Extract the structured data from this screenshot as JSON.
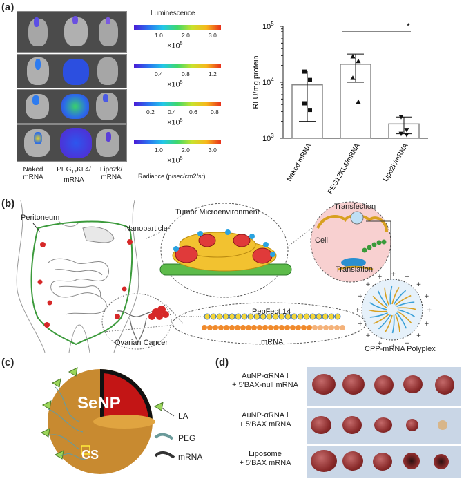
{
  "panel_labels": {
    "a": "(a)",
    "b": "(b)",
    "c": "(c)",
    "d": "(d)"
  },
  "panel_a": {
    "lum_title": "Luminescence",
    "colorbars": [
      {
        "ticks": [
          "1.0",
          "2.0",
          "3.0"
        ],
        "multiplier": "×10",
        "exp": "5"
      },
      {
        "ticks": [
          "0.4",
          "0.8",
          "1.2"
        ],
        "multiplier": "×10",
        "exp": "5"
      },
      {
        "ticks": [
          "0.2",
          "0.4",
          "0.6",
          "0.8"
        ],
        "multiplier": "×10",
        "exp": "5"
      },
      {
        "ticks": [
          "1.0",
          "2.0",
          "3.0"
        ],
        "multiplier": "×10",
        "exp": "5"
      }
    ],
    "radiance_label": "Radiance (p/sec/cm2/sr)",
    "column_labels": [
      {
        "l1": "Naked",
        "l2": "mRNA"
      },
      {
        "l1": "PEG",
        "sub": "12",
        "l1b": "KL4/",
        "l2": "mRNA"
      },
      {
        "l1": "Lipo2k/",
        "l2": "mRNA"
      }
    ]
  },
  "chart_data": {
    "type": "bar",
    "categories": [
      "Naked mRNA",
      "PEG12KL4/mRNA",
      "Lipo2k/mRNA"
    ],
    "values": [
      9000,
      21000,
      1800
    ],
    "error_low": [
      2000,
      10000,
      1200
    ],
    "error_high": [
      16000,
      32000,
      2400
    ],
    "points": [
      [
        15500,
        11000,
        4200,
        3200
      ],
      [
        29000,
        24000,
        12000,
        4500
      ],
      [
        2400,
        1400,
        1200,
        1150
      ]
    ],
    "ylabel": "RLU/mg protein",
    "yscale": "log",
    "ylim": [
      1000,
      100000
    ],
    "y_ticks": [
      {
        "base": "10",
        "exp": "3"
      },
      {
        "base": "10",
        "exp": "4"
      },
      {
        "base": "10",
        "exp": "5"
      }
    ],
    "significance": "*"
  },
  "panel_b": {
    "peritoneum": "Peritoneum",
    "nanoparticle": "Nanoparticle",
    "tumor_micro": "Tumor Microenvironment",
    "transfection": "Transfection",
    "cell": "Cell",
    "translation": "Translation",
    "ovarian": "Ovarian Cancer",
    "pepfect": "PepFect 14",
    "mrna": "mRNA",
    "polyplex": "CPP-mRNA Polyplex"
  },
  "panel_c": {
    "core": "SeNP",
    "shell": "CS",
    "legend": [
      "LA",
      "PEG",
      "mRNA"
    ]
  },
  "panel_d": {
    "rows": [
      {
        "l1": "AuNP-αRNA Ⅰ",
        "l2": "+ 5′BAX-null mRNA"
      },
      {
        "l1": "AuNP-αRNA Ⅰ",
        "l2": "+ 5′BAX mRNA"
      },
      {
        "l1": "Liposome",
        "l2": "+ 5′BAX mRNA"
      }
    ]
  }
}
